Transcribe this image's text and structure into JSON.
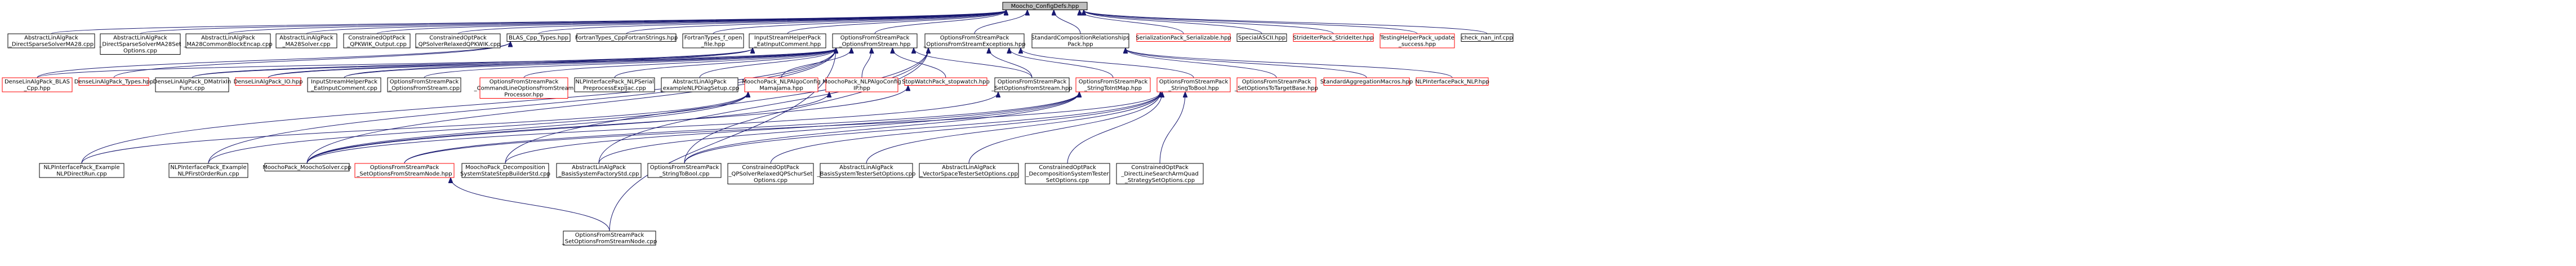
{
  "colors": {
    "background": "#ffffff",
    "root_fill": "#bfbfbf",
    "node_fill": "#ffffff",
    "node_border": "#000000",
    "missing_border": "#ff0000",
    "edge": "#191970",
    "text": "#000000"
  },
  "nodes": [
    {
      "id": "root",
      "lines": [
        "Moocho_ConfigDefs.hpp"
      ],
      "style": "root"
    },
    {
      "id": "a1",
      "lines": [
        "AbstractLinAlgPack",
        "_DirectSparseSolverMA28.cpp"
      ],
      "style": "normal"
    },
    {
      "id": "a2",
      "lines": [
        "AbstractLinAlgPack",
        "_DirectSparseSolverMA28Set",
        "Options.cpp"
      ],
      "style": "normal"
    },
    {
      "id": "a3",
      "lines": [
        "AbstractLinAlgPack",
        "_MA28CommonBlockEncap.cpp"
      ],
      "style": "normal"
    },
    {
      "id": "a4",
      "lines": [
        "AbstractLinAlgPack",
        "_MA28Solver.cpp"
      ],
      "style": "normal"
    },
    {
      "id": "a5",
      "lines": [
        "ConstrainedOptPack",
        "_QPKWIK_Output.cpp"
      ],
      "style": "normal"
    },
    {
      "id": "a6",
      "lines": [
        "ConstrainedOptPack",
        "_QPSolverRelaxedQPKWIK.cpp"
      ],
      "style": "normal"
    },
    {
      "id": "a7",
      "lines": [
        "BLAS_Cpp_Types.hpp"
      ],
      "style": "normal"
    },
    {
      "id": "a8",
      "lines": [
        "FortranTypes_CppFortranStrings.hpp"
      ],
      "style": "normal"
    },
    {
      "id": "a9",
      "lines": [
        "FortranTypes_f_open",
        "_file.hpp"
      ],
      "style": "normal"
    },
    {
      "id": "a10",
      "lines": [
        "InputStreamHelperPack",
        "_EatInputComment.hpp"
      ],
      "style": "normal"
    },
    {
      "id": "a11",
      "lines": [
        "OptionsFromStreamPack",
        "_OptionsFromStream.hpp"
      ],
      "style": "normal"
    },
    {
      "id": "a12",
      "lines": [
        "OptionsFromStreamPack",
        "_OptionsFromStreamExceptions.hpp"
      ],
      "style": "normal"
    },
    {
      "id": "a13",
      "lines": [
        "StandardCompositionRelationships",
        "Pack.hpp"
      ],
      "style": "normal"
    },
    {
      "id": "a14",
      "lines": [
        "SerializationPack_Serializable.hpp"
      ],
      "style": "missing"
    },
    {
      "id": "a15",
      "lines": [
        "SpecialASCII.hpp"
      ],
      "style": "normal"
    },
    {
      "id": "a16",
      "lines": [
        "StrideIterPack_StrideIter.hpp"
      ],
      "style": "missing"
    },
    {
      "id": "a17",
      "lines": [
        "TestingHelperPack_update",
        "_success.hpp"
      ],
      "style": "missing"
    },
    {
      "id": "a18",
      "lines": [
        "check_nan_inf.cpp"
      ],
      "style": "normal"
    },
    {
      "id": "b1",
      "lines": [
        "DenseLinAlgPack_BLAS",
        "_Cpp.hpp"
      ],
      "style": "missing"
    },
    {
      "id": "b2",
      "lines": [
        "DenseLinAlgPack_Types.hpp"
      ],
      "style": "missing"
    },
    {
      "id": "b3",
      "lines": [
        "DenseLinAlgPack_DMatrixIn",
        "Func.cpp"
      ],
      "style": "normal"
    },
    {
      "id": "b4",
      "lines": [
        "DenseLinAlgPack_IO.hpp"
      ],
      "style": "missing"
    },
    {
      "id": "b5",
      "lines": [
        "InputStreamHelperPack",
        "_EatInputComment.cpp"
      ],
      "style": "normal"
    },
    {
      "id": "b6",
      "lines": [
        "OptionsFromStreamPack",
        "_OptionsFromStream.cpp"
      ],
      "style": "normal"
    },
    {
      "id": "b7",
      "lines": [
        "OptionsFromStreamPack",
        "_CommandLineOptionsFromStream",
        "Processor.hpp"
      ],
      "style": "missing"
    },
    {
      "id": "b8",
      "lines": [
        "NLPInterfacePack_NLPSerial",
        "PreprocessExplJac.cpp"
      ],
      "style": "normal"
    },
    {
      "id": "b9",
      "lines": [
        "AbstractLinAlgPack",
        "_exampleNLPDiagSetup.cpp"
      ],
      "style": "normal"
    },
    {
      "id": "b10",
      "lines": [
        "MoochoPack_NLPAlgoConfig",
        "MamaJama.hpp"
      ],
      "style": "missing"
    },
    {
      "id": "b11",
      "lines": [
        "MoochoPack_NLPAlgoConfig",
        "IP.hpp"
      ],
      "style": "missing"
    },
    {
      "id": "b12",
      "lines": [
        "StopWatchPack_stopwatch.hpp"
      ],
      "style": "missing"
    },
    {
      "id": "b13",
      "lines": [
        "OptionsFromStreamPack",
        "_SetOptionsFromStream.hpp"
      ],
      "style": "normal"
    },
    {
      "id": "b14",
      "lines": [
        "OptionsFromStreamPack",
        "_StringToIntMap.hpp"
      ],
      "style": "missing"
    },
    {
      "id": "b15",
      "lines": [
        "OptionsFromStreamPack",
        "_StringToBool.hpp"
      ],
      "style": "missing"
    },
    {
      "id": "b16",
      "lines": [
        "OptionsFromStreamPack",
        "_SetOptionsToTargetBase.hpp"
      ],
      "style": "missing"
    },
    {
      "id": "b17",
      "lines": [
        "StandardAggregationMacros.hpp"
      ],
      "style": "missing"
    },
    {
      "id": "b18",
      "lines": [
        "NLPInterfacePack_NLP.hpp"
      ],
      "style": "missing"
    },
    {
      "id": "c1",
      "lines": [
        "NLPInterfacePack_Example",
        "NLPDirectRun.cpp"
      ],
      "style": "normal"
    },
    {
      "id": "c2",
      "lines": [
        "NLPInterfacePack_Example",
        "NLPFirstOrderRun.cpp"
      ],
      "style": "normal"
    },
    {
      "id": "c3",
      "lines": [
        "MoochoPack_MoochoSolver.cpp"
      ],
      "style": "normal"
    },
    {
      "id": "c4",
      "lines": [
        "OptionsFromStreamPack",
        "_SetOptionsFromStreamNode.hpp"
      ],
      "style": "missing"
    },
    {
      "id": "c5",
      "lines": [
        "MoochoPack_Decomposition",
        "SystemStateStepBuilderStd.cpp"
      ],
      "style": "normal"
    },
    {
      "id": "c6",
      "lines": [
        "AbstractLinAlgPack",
        "_BasisSystemFactoryStd.cpp"
      ],
      "style": "normal"
    },
    {
      "id": "c7",
      "lines": [
        "OptionsFromStreamPack",
        "_StringToBool.cpp"
      ],
      "style": "normal"
    },
    {
      "id": "c8",
      "lines": [
        "ConstrainedOptPack",
        "_QPSolverRelaxedQPSchurSet",
        "Options.cpp"
      ],
      "style": "normal"
    },
    {
      "id": "c9",
      "lines": [
        "AbstractLinAlgPack",
        "_BasisSystemTesterSetOptions.cpp"
      ],
      "style": "normal"
    },
    {
      "id": "c10",
      "lines": [
        "AbstractLinAlgPack",
        "_VectorSpaceTesterSetOptions.cpp"
      ],
      "style": "normal"
    },
    {
      "id": "c11",
      "lines": [
        "ConstrainedOptPack",
        "_DecompositionSystemTester",
        "SetOptions.cpp"
      ],
      "style": "normal"
    },
    {
      "id": "c12",
      "lines": [
        "ConstrainedOptPack",
        "_DirectLineSearchArmQuad",
        "_StrategySetOptions.cpp"
      ],
      "style": "normal"
    },
    {
      "id": "d1",
      "lines": [
        "OptionsFromStreamPack",
        "_SetOptionsFromStreamNode.cpp"
      ],
      "style": "normal"
    }
  ],
  "edges": [
    [
      "a1",
      "root"
    ],
    [
      "a2",
      "root"
    ],
    [
      "a3",
      "root"
    ],
    [
      "a4",
      "root"
    ],
    [
      "a5",
      "root"
    ],
    [
      "a6",
      "root"
    ],
    [
      "a7",
      "root"
    ],
    [
      "a8",
      "root"
    ],
    [
      "a9",
      "root"
    ],
    [
      "a10",
      "root"
    ],
    [
      "a11",
      "root"
    ],
    [
      "a12",
      "root"
    ],
    [
      "a13",
      "root"
    ],
    [
      "a14",
      "root"
    ],
    [
      "a15",
      "root"
    ],
    [
      "a16",
      "root"
    ],
    [
      "a17",
      "root"
    ],
    [
      "a18",
      "root"
    ],
    [
      "b1",
      "a7"
    ],
    [
      "b2",
      "a7"
    ],
    [
      "b3",
      "a10"
    ],
    [
      "b4",
      "a10"
    ],
    [
      "b5",
      "a10"
    ],
    [
      "b1",
      "a11"
    ],
    [
      "b3",
      "a11"
    ],
    [
      "b4",
      "a11"
    ],
    [
      "b5",
      "a11"
    ],
    [
      "b6",
      "a11"
    ],
    [
      "b7",
      "a11"
    ],
    [
      "b8",
      "a11"
    ],
    [
      "b9",
      "a11"
    ],
    [
      "b10",
      "a11"
    ],
    [
      "b11",
      "a11"
    ],
    [
      "b12",
      "a11"
    ],
    [
      "b13",
      "a11"
    ],
    [
      "b13",
      "a12"
    ],
    [
      "b14",
      "a12"
    ],
    [
      "b15",
      "a12"
    ],
    [
      "b16",
      "a13"
    ],
    [
      "b17",
      "a13"
    ],
    [
      "b18",
      "a13"
    ],
    [
      "c1",
      "b10"
    ],
    [
      "c2",
      "b10"
    ],
    [
      "c3",
      "b10"
    ],
    [
      "c1",
      "a11"
    ],
    [
      "c2",
      "a11"
    ],
    [
      "c3",
      "a11"
    ],
    [
      "d1",
      "a11"
    ],
    [
      "c3",
      "b11"
    ],
    [
      "c3",
      "b12"
    ],
    [
      "c3",
      "b13"
    ],
    [
      "c4",
      "b14"
    ],
    [
      "c5",
      "b14"
    ],
    [
      "c6",
      "b14"
    ],
    [
      "c7",
      "b14"
    ],
    [
      "c4",
      "b15"
    ],
    [
      "c7",
      "b15"
    ],
    [
      "c8",
      "b15"
    ],
    [
      "c9",
      "b15"
    ],
    [
      "c10",
      "b15"
    ],
    [
      "c11",
      "b15"
    ],
    [
      "c12",
      "b15"
    ],
    [
      "c5",
      "a12"
    ],
    [
      "c6",
      "a12"
    ],
    [
      "c7",
      "a12"
    ],
    [
      "d1",
      "c4"
    ]
  ]
}
